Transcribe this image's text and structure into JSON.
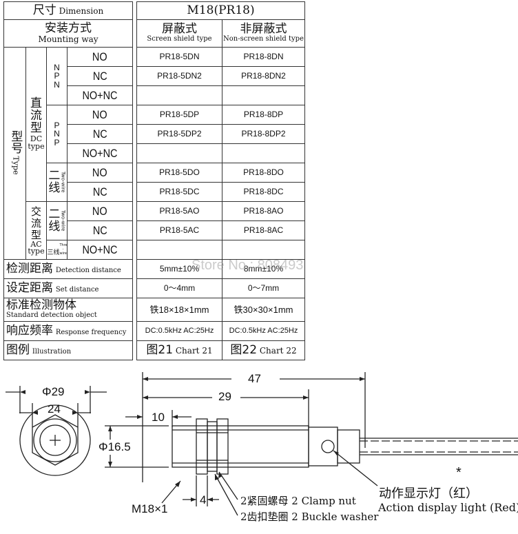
{
  "header": {
    "dimension_cn": "尺寸",
    "dimension_en": "Dimension",
    "model": "M18(PR18)",
    "mounting_cn": "安装方式",
    "mounting_en": "Mounting way",
    "shield_cn": "屏蔽式",
    "shield_en": "Screen shield type",
    "nonshield_cn": "非屏蔽式",
    "nonshield_en": "Non-screen shield type"
  },
  "side": {
    "type_cn": "型号",
    "type_en": "Type",
    "dc_cn": "直流型",
    "dc_en1": "DC",
    "dc_en2": "type",
    "npn": "NPN",
    "pnp": "PNP",
    "two_cn": "二线",
    "two_en": "Two-wire",
    "ac_cn": "交流型",
    "ac_en1": "AC",
    "ac_en2": "type",
    "three_cn": "三线",
    "three_en": "Three -wire"
  },
  "rows": [
    {
      "output": "NO",
      "shield": "PR18-5DN",
      "nonshield": "PR18-8DN"
    },
    {
      "output": "NC",
      "shield": "PR18-5DN2",
      "nonshield": "PR18-8DN2"
    },
    {
      "output": "NO+NC",
      "shield": "",
      "nonshield": ""
    },
    {
      "output": "NO",
      "shield": "PR18-5DP",
      "nonshield": "PR18-8DP"
    },
    {
      "output": "NC",
      "shield": "PR18-5DP2",
      "nonshield": "PR18-8DP2"
    },
    {
      "output": "NO+NC",
      "shield": "",
      "nonshield": ""
    },
    {
      "output": "NO",
      "shield": "PR18-5DO",
      "nonshield": "PR18-8DO"
    },
    {
      "output": "NC",
      "shield": "PR18-5DC",
      "nonshield": "PR18-8DC"
    },
    {
      "output": "NO",
      "shield": "PR18-5AO",
      "nonshield": "PR18-8AO"
    },
    {
      "output": "NC",
      "shield": "PR18-5AC",
      "nonshield": "PR18-8AC"
    },
    {
      "output": "NO+NC",
      "shield": "",
      "nonshield": ""
    }
  ],
  "specs": [
    {
      "cn": "检测距离",
      "en": "Detection distance",
      "shield": "5mm±10%",
      "nonshield": "8mm±10%"
    },
    {
      "cn": "设定距离",
      "en": "Set distance",
      "shield": "0～4mm",
      "nonshield": "0～7mm"
    },
    {
      "cn": "标准检测物体",
      "en": "Standard detection object",
      "shield": "铁18×18×1mm",
      "nonshield": "铁30×30×1mm"
    },
    {
      "cn": "响应频率",
      "en": "Response frequency",
      "shield": "DC:0.5kHz  AC:25Hz",
      "nonshield": "DC:0.5kHz  AC:25Hz"
    },
    {
      "cn": "图例",
      "en": "Illustration",
      "shield_cn": "图21",
      "shield_en": "Chart 21",
      "nonshield_cn": "图22",
      "nonshield_en": "Chart 22"
    }
  ],
  "watermark": "Store No.: 808493",
  "drawing": {
    "d_29": "Φ29",
    "d_24": "24",
    "d_47": "47",
    "d_29b": "29",
    "d_10": "10",
    "d_165": "Φ16.5",
    "d_4": "4",
    "thread": "M18×1",
    "nut": "2紧固螺母 2 Clamp nut",
    "washer": "2齿扣垫圈 2 Buckle washer",
    "light_cn": "动作显示灯（红）",
    "light_en": "Action display light (Red)",
    "star": "*"
  }
}
